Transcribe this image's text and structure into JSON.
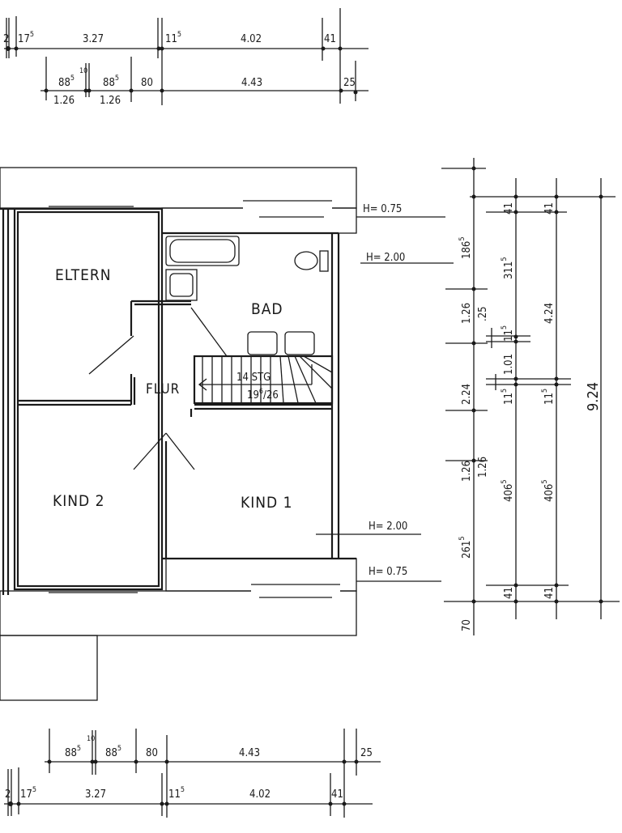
{
  "rooms": {
    "eltern": "ELTERN",
    "bad": "BAD",
    "flur": "FLUR",
    "kind2": "KIND 2",
    "kind1": "KIND 1"
  },
  "stair": {
    "steps": "14 STG",
    "rise_main": "19",
    "rise_sup": "6",
    "rise_tread": "/26"
  },
  "heights": {
    "top_075": "H= 0.75",
    "top_200": "H= 2.00",
    "bot_200": "H= 2.00",
    "bot_075": "H= 0.75"
  },
  "top_dims": {
    "row1": [
      {
        "v": "2"
      },
      {
        "v": "17",
        "s": "5"
      },
      {
        "v": "3.27"
      },
      {
        "v": "11",
        "s": "5"
      },
      {
        "v": "4.02"
      },
      {
        "v": "41"
      }
    ],
    "row2": [
      {
        "v": "88",
        "s": "5"
      },
      {
        "v": "",
        "s": "10"
      },
      {
        "v": "88",
        "s": "5"
      },
      {
        "v": "80"
      },
      {
        "v": "4.43"
      },
      {
        "v": "25"
      }
    ],
    "row3": [
      {
        "v": "1.26"
      },
      {
        "v": "1.26"
      }
    ]
  },
  "bottom_dims": {
    "row1": [
      {
        "v": "88",
        "s": "5"
      },
      {
        "v": "",
        "s": "10"
      },
      {
        "v": "88",
        "s": "5"
      },
      {
        "v": "80"
      },
      {
        "v": "4.43"
      },
      {
        "v": "25"
      }
    ],
    "row2": [
      {
        "v": "2"
      },
      {
        "v": "17",
        "s": "5"
      },
      {
        "v": "3.27"
      },
      {
        "v": "11",
        "s": "5"
      },
      {
        "v": "4.02"
      },
      {
        "v": "41"
      }
    ]
  },
  "right_dims": {
    "col1": [
      {
        "v": "186",
        "s": "5"
      },
      {
        "v": "1.26"
      },
      {
        "v": "2.24"
      },
      {
        "v": "1.26"
      },
      {
        "v": "261",
        "s": "5"
      },
      {
        "v": "70"
      }
    ],
    "col2": [
      {
        "v": ".25"
      },
      {
        "v": "1.26"
      }
    ],
    "col3": [
      {
        "v": "41"
      },
      {
        "v": "311",
        "s": "5"
      },
      {
        "v": "11",
        "s": "5"
      },
      {
        "v": "1.01"
      },
      {
        "v": "11",
        "s": "5"
      },
      {
        "v": "406",
        "s": "5"
      },
      {
        "v": "41"
      }
    ],
    "col4": [
      {
        "v": "41"
      },
      {
        "v": "4.24"
      },
      {
        "v": "11",
        "s": "5"
      },
      {
        "v": "406",
        "s": "5"
      },
      {
        "v": "41"
      }
    ],
    "total": "9.24"
  }
}
